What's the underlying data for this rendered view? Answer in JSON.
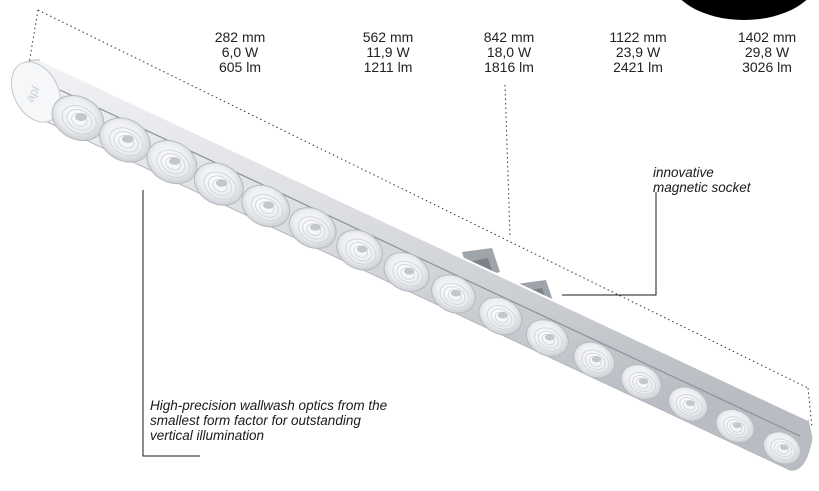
{
  "brand_logo_text": "apl",
  "colors": {
    "background": "#ffffff",
    "text": "#1a1a1a",
    "housing": "#e6e7ea",
    "lens": "#f4f5f7",
    "corner_shape": "#000000"
  },
  "specs": [
    {
      "length": "282 mm",
      "power": "6,0 W",
      "flux": "605 lm"
    },
    {
      "length": "562 mm",
      "power": "11,9 W",
      "flux": "1211 lm"
    },
    {
      "length": "842 mm",
      "power": "18,0 W",
      "flux": "1816 lm"
    },
    {
      "length": "1122 mm",
      "power": "23,9 W",
      "flux": "2421 lm"
    },
    {
      "length": "1402 mm",
      "power": "29,8 W",
      "flux": "3026 lm"
    }
  ],
  "callouts": {
    "socket": [
      "innovative",
      "magnetic socket"
    ],
    "optics": [
      "High-precision wallwash optics from the",
      "smallest form factor for outstanding",
      "vertical illumination"
    ]
  },
  "icons": {
    "lens": "wallwash-lens-icon"
  }
}
